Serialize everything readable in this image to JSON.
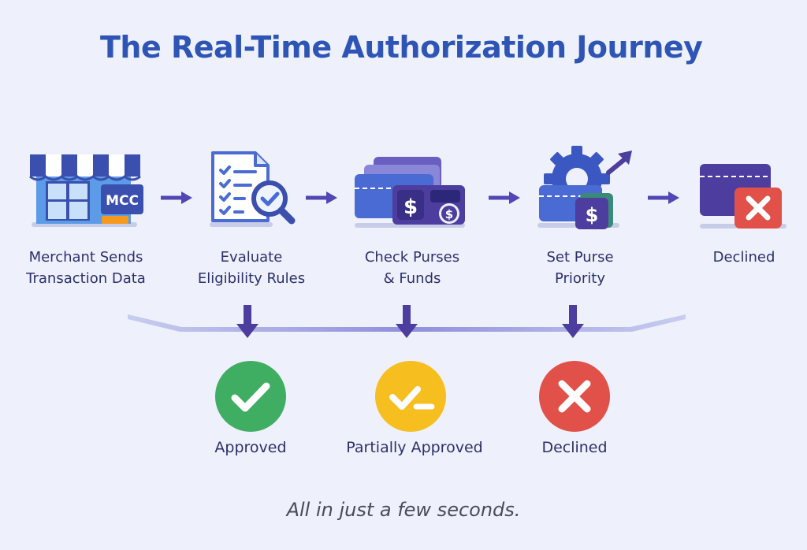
{
  "title": "The Real-Time Authorization Journey",
  "steps": [
    {
      "icon": "storefront-icon",
      "badge": "MCC",
      "line1": "Merchant Sends",
      "line2": "Transaction Data"
    },
    {
      "icon": "checklist-magnifier-icon",
      "line1": "Evaluate",
      "line2": "Eligibility Rules"
    },
    {
      "icon": "wallet-cards-icon",
      "line1": "Check Purses",
      "line2": "& Funds"
    },
    {
      "icon": "gear-wallet-icon",
      "line1": "Set Purse",
      "line2": "Priority"
    },
    {
      "icon": "declined-card-icon",
      "line1": "Declined",
      "line2": ""
    }
  ],
  "outcomes": [
    {
      "label": "Approved",
      "icon": "check-circle-icon",
      "color": "#3fae63"
    },
    {
      "label": "Partially Approved",
      "icon": "partial-check-circle-icon",
      "color": "#f6be1f"
    },
    {
      "label": "Declined",
      "icon": "x-circle-icon",
      "color": "#e2504a"
    }
  ],
  "footer": "All in just a few seconds.",
  "colors": {
    "title": "#2e55b6",
    "arrow": "#5046b6",
    "text": "#2c2f6b",
    "card_blue": "#4a6bd3",
    "card_purple": "#4c3d9e"
  }
}
